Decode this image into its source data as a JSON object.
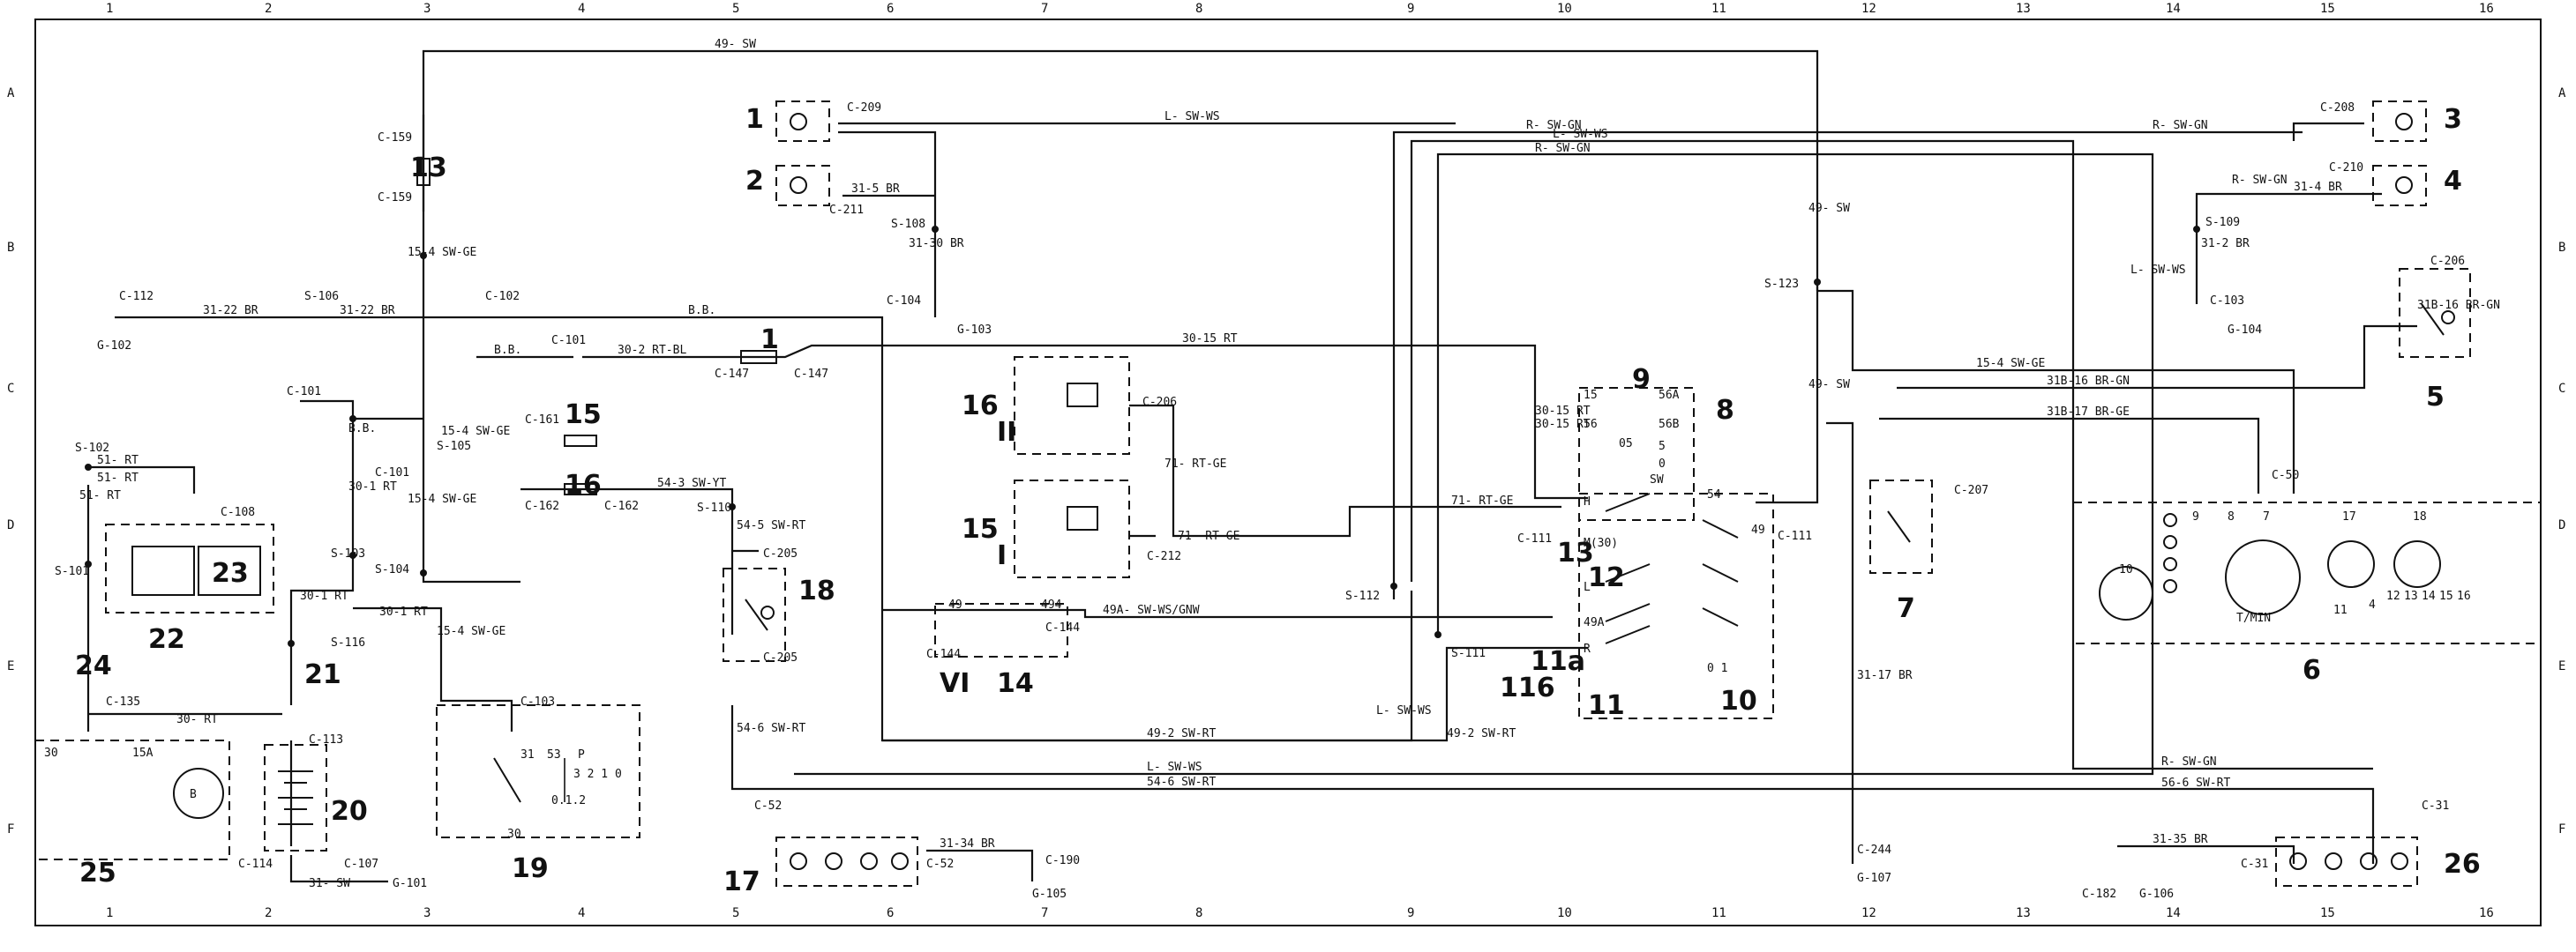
{
  "grid": {
    "columns": [
      "1",
      "2",
      "3",
      "4",
      "5",
      "6",
      "7",
      "8",
      "9",
      "10",
      "11",
      "12",
      "13",
      "14",
      "15",
      "16"
    ],
    "rows": [
      "A",
      "B",
      "C",
      "D",
      "E",
      "F"
    ]
  },
  "components": {
    "c1": "1",
    "c2": "2",
    "c3": "3",
    "c4": "4",
    "c5": "5",
    "c6": "6",
    "c7": "7",
    "c8": "8",
    "c9": "9",
    "c10": "10",
    "c11": "11",
    "c11a": "11a",
    "c11b": "116",
    "c12": "12",
    "c13": "13",
    "c13b": "13",
    "c14": "14",
    "c15": "15",
    "c15b": "15",
    "c16": "16",
    "c16b": "16",
    "c17": "17",
    "c18": "18",
    "c19": "19",
    "c20": "20",
    "c21": "21",
    "c22": "22",
    "c23": "23",
    "c24": "24",
    "c25": "25",
    "c26": "26",
    "fuse1": "1",
    "roman2": "II",
    "roman1": "I",
    "roman6": "VI"
  },
  "wires": {
    "w49sw": "49- SW",
    "wlswws": "L- SW-WS",
    "wrswgn": "R- SW-GN",
    "wlswws2": "L- SW-WS",
    "wrswgn2": "R- SW-GN",
    "w3122br": "31-22 BR",
    "w3122br2": "31-22 BR",
    "wbb": "B.B.",
    "w3015rt": "30-15 RT",
    "w302rtbl": "30-2 RT-BL",
    "wbb2": "B.B.",
    "w154swge": "15-4 SW-GE",
    "w154swge2": "15-4 SW-GE",
    "w154swge3": "15-4 SW-GE",
    "w543swyt": "54-3 SW-YT",
    "w545swrt": "54-5 SW-RT",
    "w546swrt": "54-6 SW-RT",
    "w546swrt2": "54-6 SW-RT",
    "w492swrt": "49-2 SW-RT",
    "w492swrt2": "49-2 SW-RT",
    "w494a": "49A- SW-WS/GNW",
    "w71rtge": "71- RT-GE",
    "w71rtge2": "71- RT-GE",
    "w71rtge3": "71- RT-GE",
    "w301rt": "30-1 RT",
    "w301rt2": "30-1 RT",
    "w301rt3": "30-1 RT",
    "w30rt": "30- RT",
    "w31sw": "31- SW",
    "w3134br": "31-34 BR",
    "w3135br": "31-35 BR",
    "w3130br": "31-30 BR",
    "w315br": "31-5 BR",
    "w314br": "31-4 BR",
    "w312br": "31-2 BR",
    "w3115br": "31B-16 BR-GN",
    "w31816brgn": "31B-16 BR-GN",
    "w31817brge": "31B-17 BR-GE",
    "w3117br": "31-17 BR",
    "w51rt": "51- RT",
    "w51rt2": "51- RT",
    "w51rt3": "51- RT",
    "wrswgn3": "R- SW-GN",
    "wlswws3": "L- SW-WS",
    "wrswgn4": "R- SW-GN",
    "wlswws4": "L- SW-WS",
    "w49sw2": "49- SW",
    "w49sw3": "49- SW",
    "w3015rt2": "30-15 RT",
    "w154swge4": "15-4 SW-GE",
    "w566swrt": "56-6 SW-RT",
    "wrswgn5": "R- SW-GN",
    "wlswws5": "L- SW-WS",
    "w3015rt3": "30-15 RT",
    "w154swge5": "15-4 SW-GE",
    "wbb3": "B.B."
  },
  "connectors": {
    "c209": "C-209",
    "c211": "C-211",
    "c208": "C-208",
    "c210": "C-210",
    "c159a": "C-159",
    "c159b": "C-159",
    "c112": "C-112",
    "c102": "C-102",
    "c101a": "C-101",
    "c101b": "C-101",
    "c101c": "C-101",
    "c147a": "C-147",
    "c147b": "C-147",
    "c161": "C-161",
    "c162a": "C-162",
    "c162b": "C-162",
    "c206a": "C-206",
    "c212": "C-212",
    "c144a": "C-144",
    "c144b": "C-144",
    "c205a": "C-205",
    "c205b": "C-205",
    "c103": "C-103",
    "c135": "C-135",
    "c113": "C-113",
    "c114": "C-114",
    "c107a": "C-107",
    "c108": "C-108",
    "c52a": "C-52",
    "c52b": "C-52",
    "c190": "C-190",
    "c244": "C-244",
    "c31a": "C-31",
    "c31b": "C-31",
    "c182": "C-182",
    "c207": "C-207",
    "c206b": "C-206",
    "c50": "C-50",
    "c111a": "C-111",
    "c111b": "C-111",
    "c104": "C-104",
    "c103b": "C-103"
  },
  "splices": {
    "s106": "S-106",
    "s105": "S-105",
    "s104": "S-104",
    "s103": "S-103",
    "s101": "S-101",
    "s102": "S-102",
    "s116": "S-116",
    "s110": "S-110",
    "s112": "S-112",
    "s111": "S-111",
    "s108": "S-108",
    "s109": "S-109",
    "s123": "S-123"
  },
  "grounds": {
    "g102": "G-102",
    "g103": "G-103",
    "g104": "G-104",
    "g101": "G-101",
    "g105": "G-105",
    "g107": "G-107",
    "g106": "G-106"
  },
  "switch_labels": {
    "s15": "15",
    "s56a": "56A",
    "s56": "56",
    "s56b": "56B",
    "s05": "05",
    "s5": "5",
    "s0": "0",
    "sw": "SW",
    "s54": "54",
    "s49": "49",
    "s49a": "49A",
    "sh": "H",
    "sl": "L",
    "sr": "R",
    "sm30": "M(30)",
    "s31": "31",
    "s53": "53",
    "sp": "P",
    "s3210": "3 2 1 0",
    "s012": "0.1.2",
    "s30": "30",
    "s30b": "30",
    "s15a": "15A",
    "sb": "B",
    "tmin": "T/MIN",
    "s494": "494",
    "s49b": "49",
    "s01": "0 1",
    "g17": "17",
    "g18": "18",
    "g12": "12",
    "g13": "13",
    "g14": "14",
    "g15": "15",
    "g16": "16",
    "g10": "10",
    "g11": "11",
    "g9": "9",
    "g8": "8",
    "g7": "7",
    "g4": "4"
  }
}
